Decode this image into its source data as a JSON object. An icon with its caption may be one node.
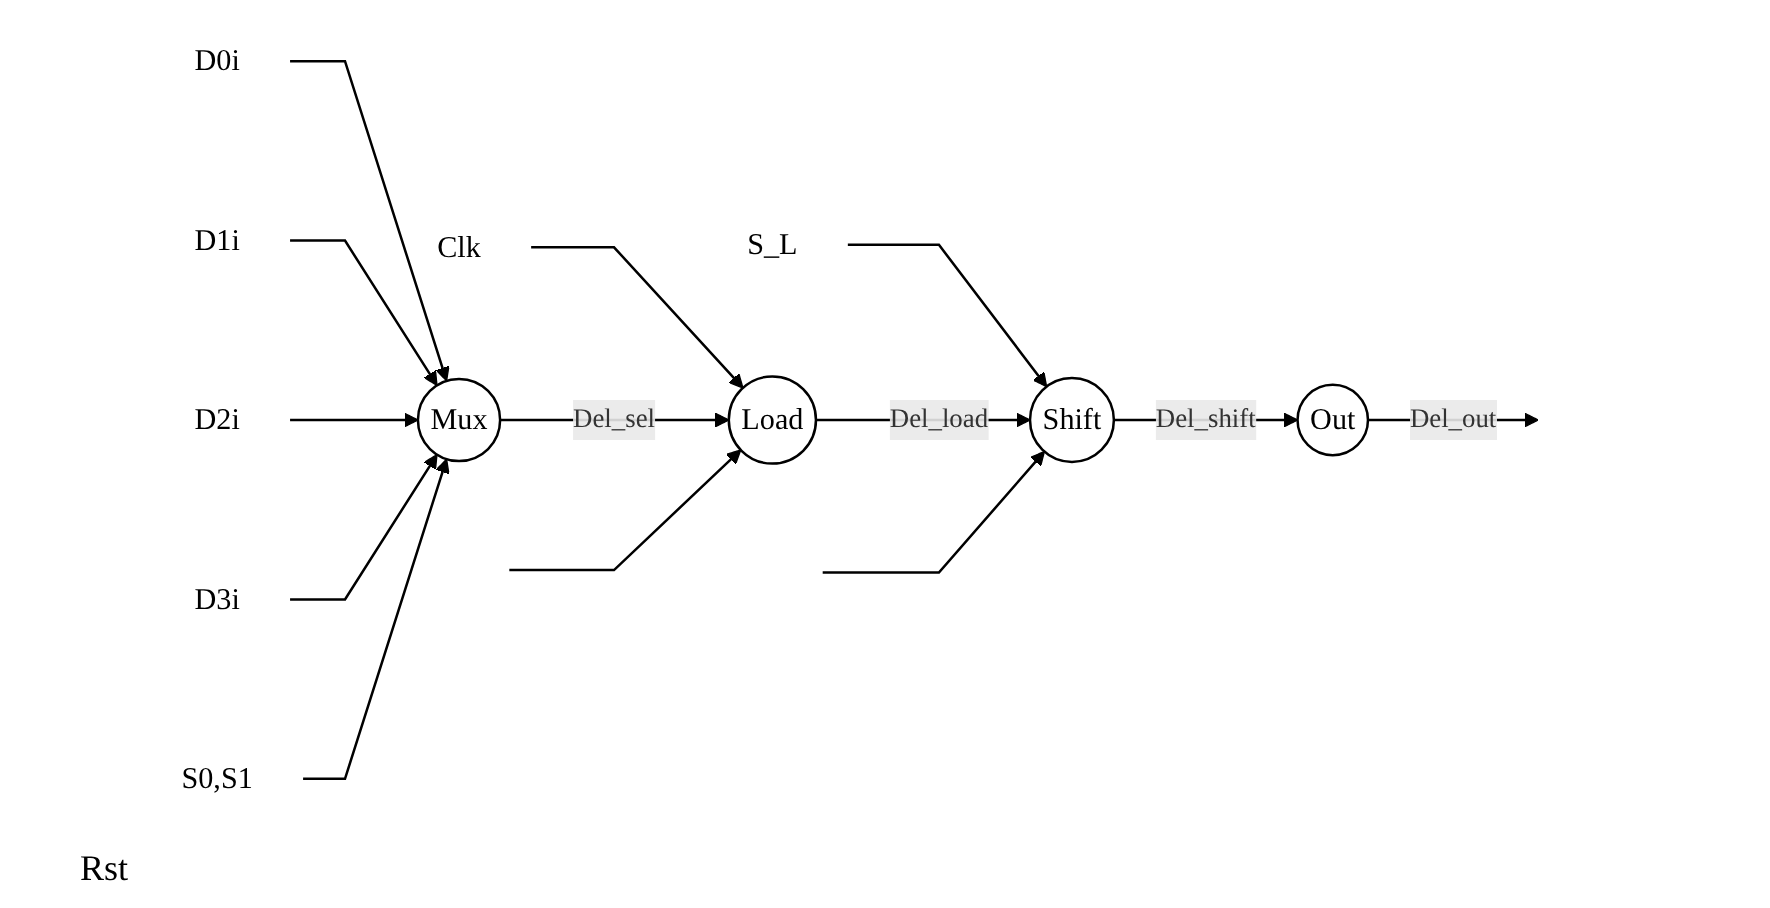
{
  "diagram": {
    "nodes": [
      {
        "text": [
          "S_L"
        ]
      },
      {
        "text": [
          "Clk"
        ]
      },
      {
        "text": [
          "D0i"
        ]
      },
      {
        "text": [
          "D1i"
        ]
      },
      {
        "text": [
          "D2i"
        ]
      },
      {
        "text": [
          "D3i"
        ]
      },
      {
        "text": [
          "Mux"
        ]
      },
      {
        "text": [
          "Load"
        ]
      },
      {
        "text": [
          "Shift"
        ]
      },
      {
        "text": [
          "Out"
        ]
      },
      {
        "text": [
          "S0,S1"
        ]
      }
    ],
    "edges": [
      {
        "from": 0,
        "to": 8,
        "arrow": "to"
      },
      {
        "from": 1,
        "to": 7,
        "arrow": "to"
      },
      {
        "from": 2,
        "to": 6,
        "arrow": "to"
      },
      {
        "from": 3,
        "to": 6,
        "arrow": "to"
      },
      {
        "from": 4,
        "to": 6,
        "arrow": "to"
      },
      {
        "from": 5,
        "to": 6,
        "arrow": "to"
      },
      {
        "from": 10,
        "to": 6,
        "arrow": "to"
      },
      {
        "from": 6,
        "to": 7,
        "label": "Del_sel",
        "arrow": "to"
      },
      {
        "from": 7,
        "to": 8,
        "label": "Del_load",
        "arrow": "to"
      },
      {
        "from": 8,
        "to": 9,
        "label": "Del_shift",
        "arrow": "to"
      },
      {
        "from": 9,
        "to": null,
        "label": "Del_out",
        "arrow": "to"
      },
      {
        "from": null,
        "to": 7,
        "arrow": "to"
      },
      {
        "from": null,
        "to": 8,
        "arrow": "to"
      }
    ],
    "labels": [
      "Rst"
    ]
  }
}
